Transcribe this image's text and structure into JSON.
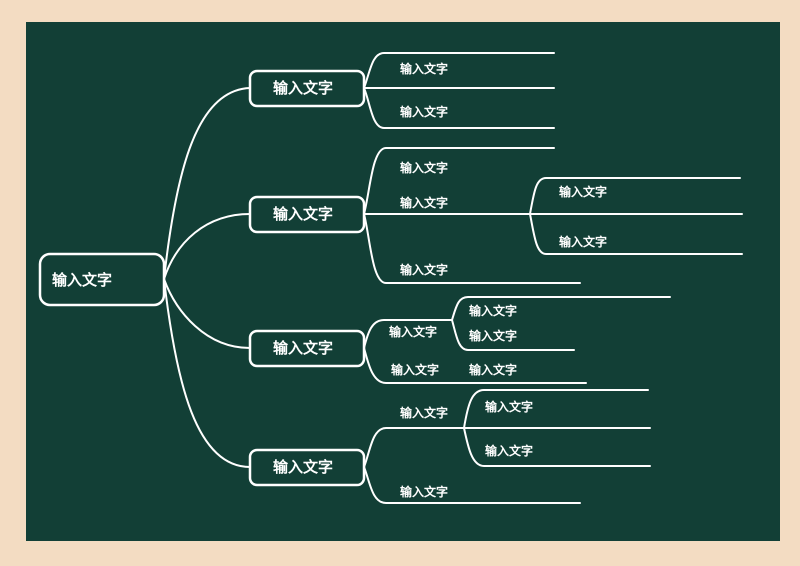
{
  "root": {
    "label": "输入文字"
  },
  "branches": [
    {
      "label": "输入文字",
      "children": [
        {
          "label": "输入文字"
        },
        {
          "label": "输入文字"
        }
      ]
    },
    {
      "label": "输入文字",
      "children": [
        {
          "label": "输入文字"
        },
        {
          "label": "输入文字",
          "children": [
            {
              "label": "输入文字"
            },
            {
              "label": "输入文字"
            }
          ]
        },
        {
          "label": "输入文字"
        }
      ]
    },
    {
      "label": "输入文字",
      "children": [
        {
          "label": "输入文字",
          "children": [
            {
              "label": "输入文字"
            },
            {
              "label": "输入文字"
            }
          ]
        },
        {
          "label": "输入文字",
          "children": [
            {
              "label": "输入文字"
            }
          ]
        }
      ]
    },
    {
      "label": "输入文字",
      "children": [
        {
          "label": "输入文字",
          "children": [
            {
              "label": "输入文字"
            },
            {
              "label": "输入文字"
            }
          ]
        },
        {
          "label": "输入文字"
        }
      ]
    }
  ],
  "colors": {
    "board": "#123f36",
    "page": "#f3dcc2",
    "line": "#ffffff"
  }
}
